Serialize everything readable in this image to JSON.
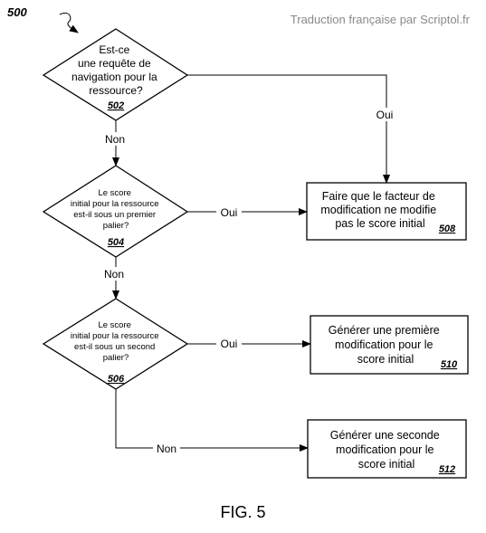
{
  "figure_ref": "500",
  "credit": "Traduction française par Scriptol.fr",
  "caption": "FIG. 5",
  "decisions": [
    {
      "id": "d502",
      "lines": [
        "Est-ce",
        "une requête de",
        "navigation pour la",
        "ressource?"
      ],
      "ref": "502"
    },
    {
      "id": "d504",
      "lines": [
        "Le score",
        "initial pour la ressource",
        "est-il sous un premier",
        "palier?"
      ],
      "ref": "504"
    },
    {
      "id": "d506",
      "lines": [
        "Le score",
        "initial pour la ressource",
        "est-il sous un second",
        "palier?"
      ],
      "ref": "506"
    }
  ],
  "actions": [
    {
      "id": "a508",
      "lines": [
        "Faire que le facteur de",
        "modification ne modifie",
        "pas le score initial"
      ],
      "ref": "508"
    },
    {
      "id": "a510",
      "lines": [
        "Générer une première",
        "modification pour le",
        "score initial"
      ],
      "ref": "510"
    },
    {
      "id": "a512",
      "lines": [
        "Générer une seconde",
        "modification pour le",
        "score initial"
      ],
      "ref": "512"
    }
  ],
  "edge_labels": {
    "yes_502": "Oui",
    "no_502": "Non",
    "yes_504": "Oui",
    "no_504": "Non",
    "yes_506": "Oui",
    "no_506": "Non"
  }
}
